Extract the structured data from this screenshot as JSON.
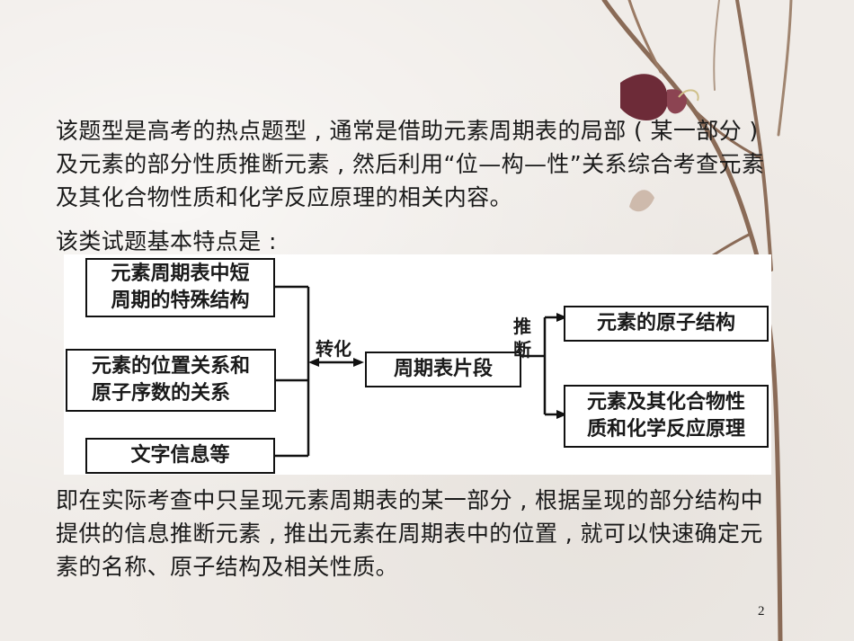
{
  "paragraphs": {
    "p1": "该题型是高考的热点题型 , 通常是借助元素周期表的局部 ( 某一部分 ) 及元素的部分性质推断元素 , 然后利用“位—构—性”关系综合考查元素及其化合物性质和化学反应原理的相关内容。",
    "p2": "该类试题基本特点是 :",
    "p3": "即在实际考查中只呈现元素周期表的某一部分 , 根据呈现的部分结构中提供的信息推断元素 , 推出元素在周期表中的位置 , 就可以快速确定元素的名称、原子结构及相关性质。"
  },
  "diagram": {
    "left_boxes": [
      {
        "line1": "元素周期表中短",
        "line2": "周期的特殊结构"
      },
      {
        "line1": "元素的位置关系和",
        "line2": "原子序数的关系"
      },
      {
        "line1": "文字信息等",
        "line2": ""
      }
    ],
    "center_label": "转化",
    "center_box": "周期表片段",
    "right_label_1": "推",
    "right_label_2": "断",
    "right_boxes": [
      {
        "line1": "元素的原子结构",
        "line2": ""
      },
      {
        "line1": "元素及其化合物性",
        "line2": "质和化学反应原理"
      }
    ]
  },
  "page_number": "2"
}
